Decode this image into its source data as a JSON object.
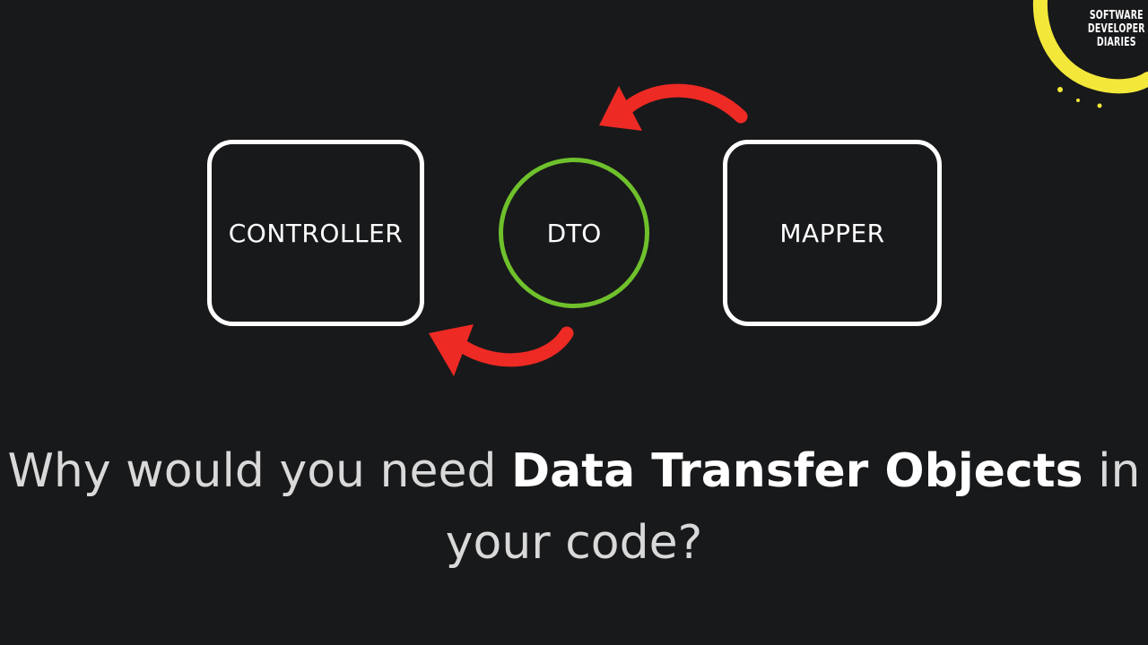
{
  "diagram": {
    "controller_label": "CONTROLLER",
    "dto_label": "DTO",
    "mapper_label": "MAPPER",
    "colors": {
      "background": "#18191b",
      "box_border": "#ffffff",
      "dto_border": "#6fc12c",
      "arrow": "#ee2a24"
    }
  },
  "headline": {
    "part1": "Why would you need ",
    "part2_bold": "Data Transfer Objects",
    "part3": " in your code?"
  },
  "logo": {
    "line1": "SOFTWARE",
    "line2": "DEVELOPER",
    "line3": "DIARIES",
    "ring_color": "#f3e83a"
  }
}
